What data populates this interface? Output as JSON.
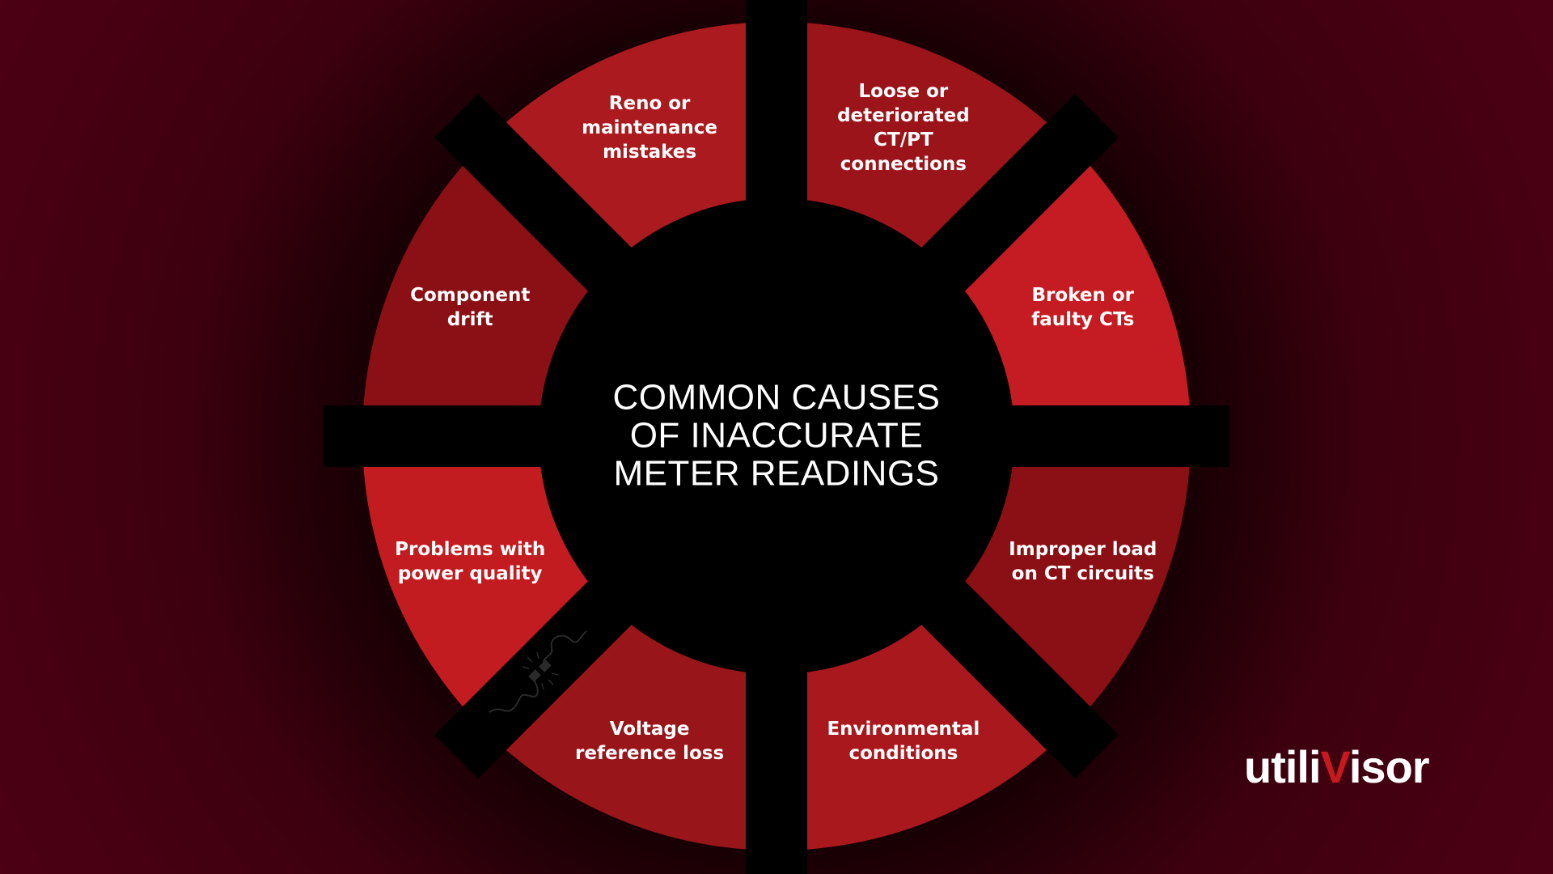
{
  "title_lines": [
    "COMMON CAUSES",
    "OF INACCURATE",
    "METER READINGS"
  ],
  "segments": [
    {
      "label": "Loose or deteriorated CT/PT connections",
      "color": "#9a1419"
    },
    {
      "label": "Broken or faulty CTs",
      "color": "#c41c22"
    },
    {
      "label": "Improper load on CT circuits",
      "color": "#8a1015"
    },
    {
      "label": "Environmental conditions",
      "color": "#a8181d"
    },
    {
      "label": "Voltage reference loss",
      "color": "#98151a"
    },
    {
      "label": "Problems with power quality",
      "color": "#c21c21"
    },
    {
      "label": "Component drift",
      "color": "#8a1015"
    },
    {
      "label": "Reno or maintenance mistakes",
      "color": "#aa1a1e"
    }
  ],
  "logo": {
    "prefix": "utili",
    "accent": "V",
    "suffix": "isor",
    "accent_color": "#c8191e"
  },
  "icons": {
    "divider": "unplugged-cable-icon"
  }
}
